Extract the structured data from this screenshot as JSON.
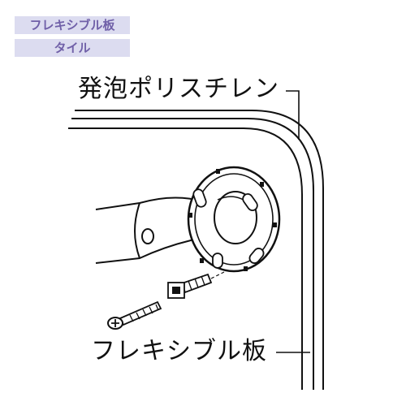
{
  "tags": {
    "material_1": "フレキシブル板",
    "material_2": "タイル"
  },
  "callouts": {
    "foam": "発泡ポリスチレン",
    "board": "フレキシブル板"
  },
  "colors": {
    "tag_background": "#dcdcf0",
    "tag_text": "#7060a8",
    "line_art": "#111111"
  }
}
